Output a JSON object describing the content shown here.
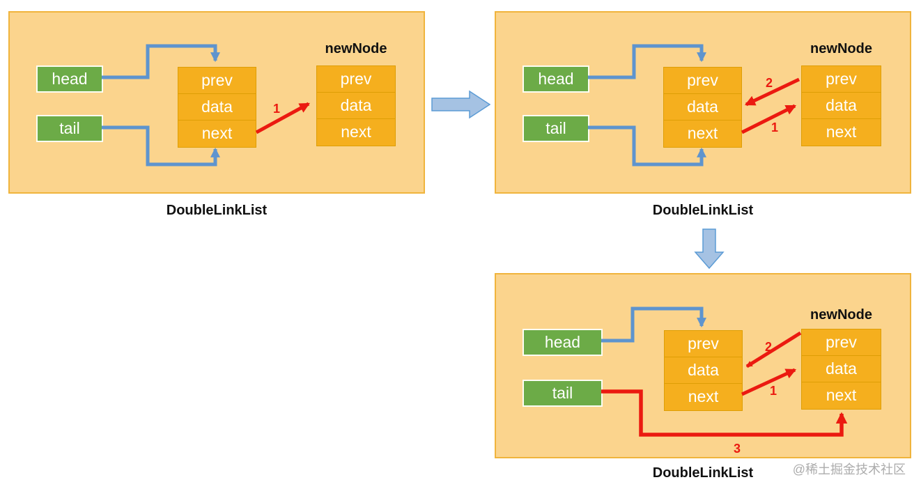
{
  "watermark": "@稀土掘金技术社区",
  "colors": {
    "panel-fill": "#FBD48D",
    "panel-border": "#F0B43C",
    "cell-fill": "#F5AF1E",
    "cell-border": "#DE9E05",
    "pointer-green": "#6CAB47",
    "arrow-blue": "#5E94CE",
    "big-arrow-fill": "#A5C2E3",
    "big-arrow-border": "#5B9BD5",
    "arrow-red": "#EB1A10",
    "caption-color": "#111111",
    "watermark-color": "#ACACAC"
  },
  "panels": [
    {
      "caption": "DoubleLinkList",
      "head_label": "head",
      "tail_label": "tail",
      "node_cells": [
        "prev",
        "data",
        "next"
      ],
      "new_node_title": "newNode",
      "new_node_cells": [
        "prev",
        "data",
        "next"
      ],
      "step_labels": {
        "s1": "1"
      }
    },
    {
      "caption": "DoubleLinkList",
      "head_label": "head",
      "tail_label": "tail",
      "node_cells": [
        "prev",
        "data",
        "next"
      ],
      "new_node_title": "newNode",
      "new_node_cells": [
        "prev",
        "data",
        "next"
      ],
      "step_labels": {
        "s1": "1",
        "s2": "2"
      }
    },
    {
      "caption": "DoubleLinkList",
      "head_label": "head",
      "tail_label": "tail",
      "node_cells": [
        "prev",
        "data",
        "next"
      ],
      "new_node_title": "newNode",
      "new_node_cells": [
        "prev",
        "data",
        "next"
      ],
      "step_labels": {
        "s1": "1",
        "s2": "2",
        "s3": "3"
      }
    }
  ]
}
